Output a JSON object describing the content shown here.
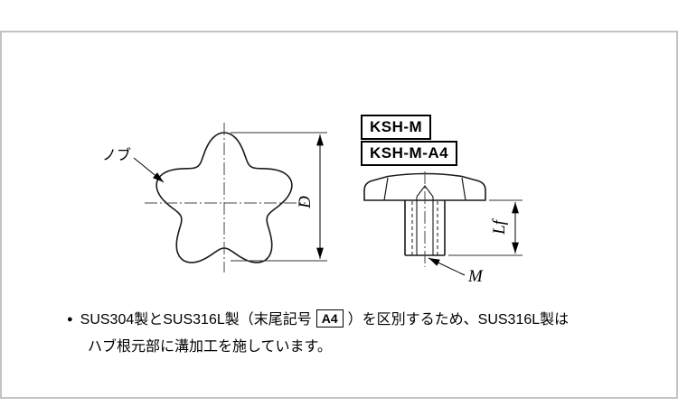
{
  "codes": {
    "primary": "KSH-M",
    "secondary": "KSH-M-A4"
  },
  "drawing": {
    "knob_label": "ノブ",
    "dim_d": "D",
    "dim_lf": "Lf",
    "thread_label": "M"
  },
  "note": {
    "bullet": "●",
    "line1_pre": "SUS304製とSUS316L製（末尾記号",
    "badge": "A4",
    "line1_post": "）を区別するため、SUS316L製は",
    "line2": "ハブ根元部に溝加工を施しています。"
  }
}
